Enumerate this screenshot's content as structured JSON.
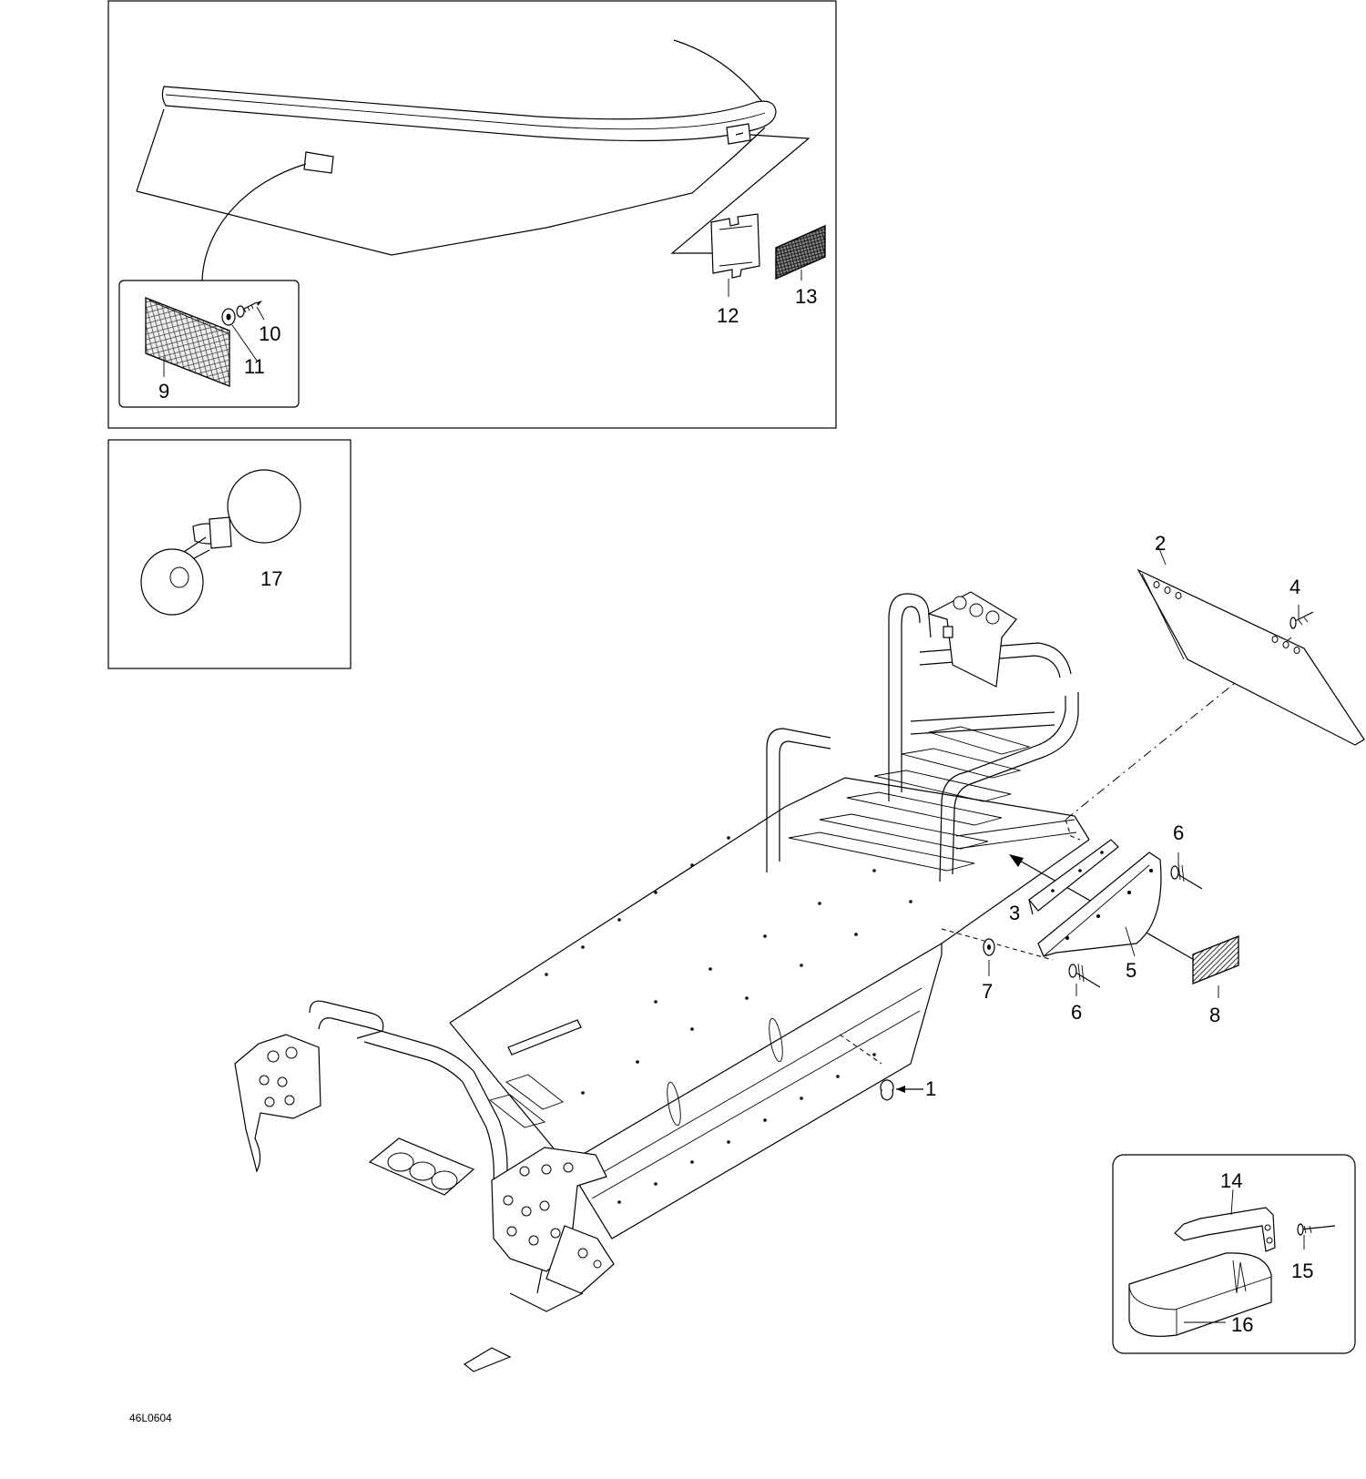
{
  "callouts": {
    "c1": "1",
    "c2": "2",
    "c3": "3",
    "c4": "4",
    "c5": "5",
    "c6a": "6",
    "c6b": "6",
    "c7": "7",
    "c8": "8",
    "c9": "9",
    "c10": "10",
    "c11": "11",
    "c12": "12",
    "c13": "13",
    "c14": "14",
    "c15": "15",
    "c16": "16",
    "c17": "17"
  },
  "drawing_code": "46L0604"
}
